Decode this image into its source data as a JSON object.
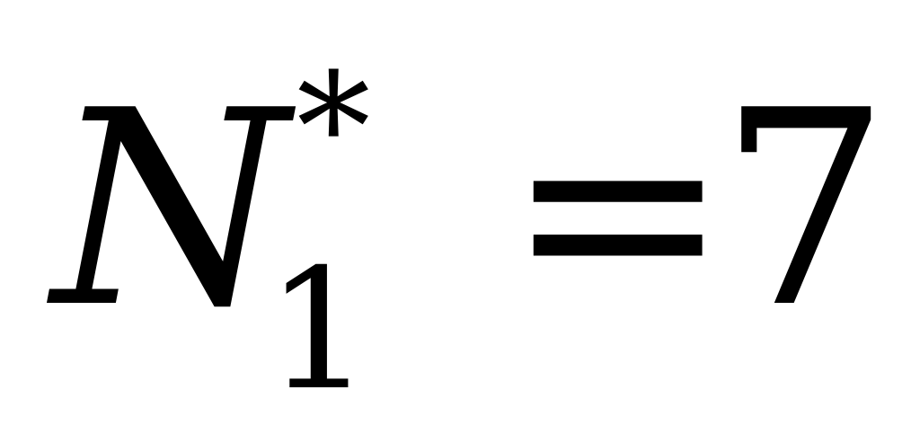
{
  "formula": {
    "variable": "N",
    "subscript": "1",
    "superscript": "*",
    "operator": "=",
    "value": "7"
  }
}
